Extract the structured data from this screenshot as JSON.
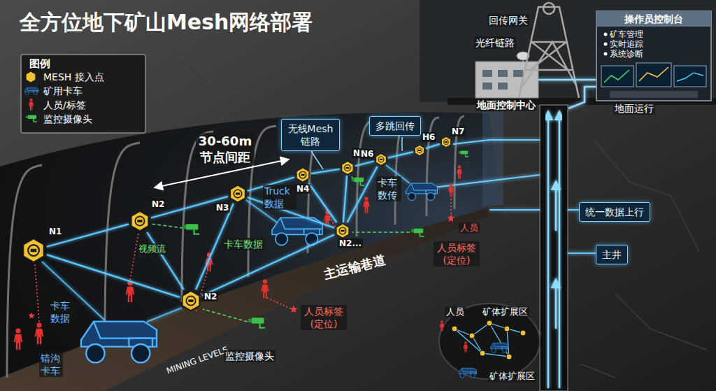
{
  "diagram": {
    "title": "全方位地下矿山Mesh网络部署",
    "nodes": [
      {
        "text": [
          "N1"
        ]
      },
      {
        "text": [
          "N2"
        ]
      },
      {
        "text": [
          "N2"
        ]
      },
      {
        "text": [
          "N3"
        ]
      },
      {
        "text": [
          "N4"
        ]
      },
      {
        "text": [
          "N5"
        ]
      },
      {
        "text": [
          "N6"
        ]
      },
      {
        "text": [
          "H6"
        ]
      },
      {
        "text": [
          "N7"
        ]
      },
      {
        "text": [
          "N2..."
        ]
      },
      {
        "text": [
          "无线Mesh 链路"
        ]
      },
      {
        "text": [
          "多跳回传"
        ]
      },
      {
        "text": [
          "统一数据上行"
        ]
      },
      {
        "text": [
          "主井"
        ]
      },
      {
        "text": [
          "操作员控制台",
          "矿车管理",
          "实时追踪",
          "系统诊断"
        ]
      }
    ],
    "edges": [
      {
        "from": 0,
        "to": 1,
        "arrow": "none"
      },
      {
        "from": 0,
        "to": 2,
        "arrow": "none"
      },
      {
        "from": 1,
        "to": 2,
        "arrow": "none"
      },
      {
        "from": 1,
        "to": 3,
        "arrow": "none"
      },
      {
        "from": 2,
        "to": 3,
        "arrow": "none"
      },
      {
        "from": 2,
        "to": 9,
        "arrow": "none"
      },
      {
        "from": 3,
        "to": 4,
        "arrow": "none"
      },
      {
        "from": 3,
        "to": 9,
        "arrow": "none"
      },
      {
        "from": 4,
        "to": 5,
        "arrow": "none"
      },
      {
        "from": 4,
        "to": 9,
        "arrow": "none"
      },
      {
        "from": 5,
        "to": 6,
        "arrow": "none"
      },
      {
        "from": 5,
        "to": 9,
        "arrow": "none"
      },
      {
        "from": 6,
        "to": 7,
        "arrow": "none"
      },
      {
        "from": 6,
        "to": 9,
        "arrow": "none"
      },
      {
        "from": 7,
        "to": 8,
        "arrow": "none"
      }
    ],
    "labels": [
      "图例",
      "回传网关",
      "光纤链路",
      "地面控制中心",
      "地面运行",
      "30-60m 节点间距",
      "卡车 数据",
      "视频流",
      "Truck 数据",
      "卡车数据",
      "卡车 数传",
      "人员",
      "人员标签 (定位)",
      "人员标签 (定位)",
      "主运输巷道",
      "MINING LEVELS",
      "监控摄像头",
      "人员",
      "矿体扩展区",
      "矿体扩展区",
      "错沟 卡车"
    ],
    "legend": [
      {
        "text": "MESH 接入点"
      },
      {
        "text": "矿用卡车"
      },
      {
        "text": "人员/标签"
      },
      {
        "text": "监控摄像头"
      }
    ]
  }
}
